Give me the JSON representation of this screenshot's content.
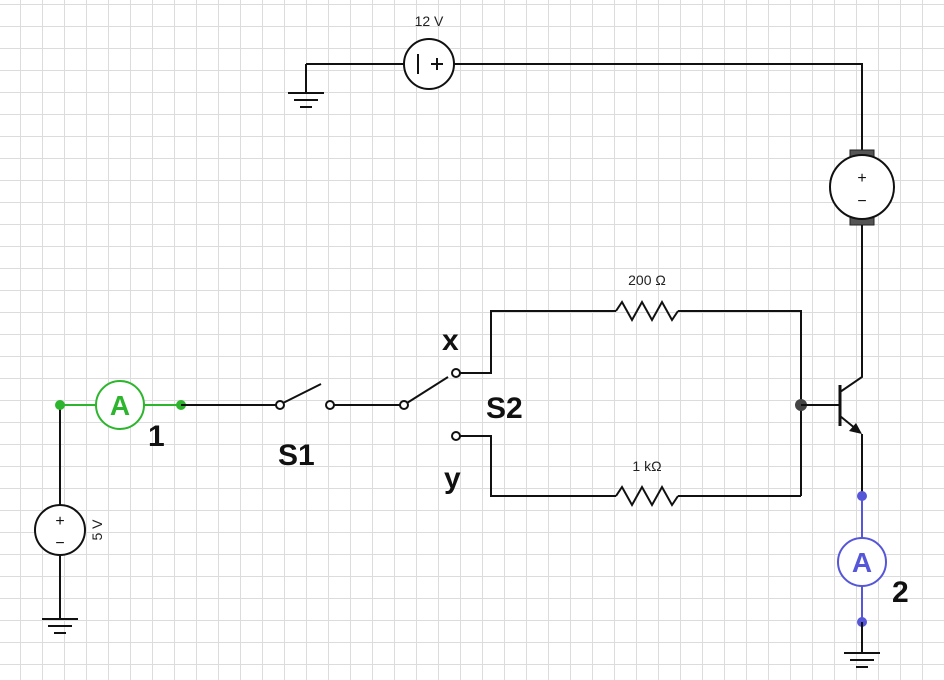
{
  "labels": {
    "battery_top": "12 V",
    "battery_left": "5 V",
    "resistor_top": "200 Ω",
    "resistor_bottom": "1 kΩ",
    "switch1": "S1",
    "switch2": "S2",
    "terminal_x": "x",
    "terminal_y": "y",
    "ammeter1_number": "1",
    "ammeter2_number": "2",
    "ammeter_letter": "A"
  },
  "symbols": {
    "plus": "+",
    "minus": "−"
  },
  "colors": {
    "wire": "#111111",
    "ammeter1": "#2db52d",
    "ammeter2": "#5656d8",
    "grid": "#dcdcdc"
  }
}
